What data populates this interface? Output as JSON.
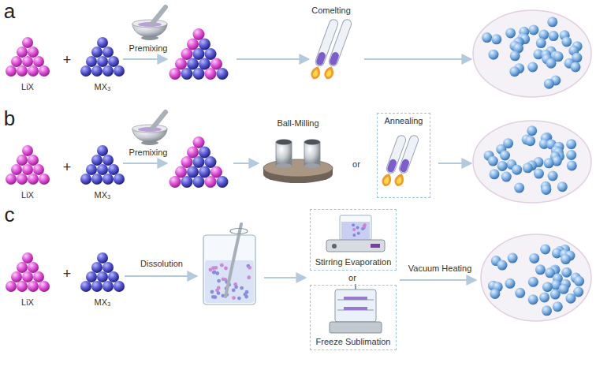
{
  "diagram": {
    "nodes": [
      {
        "text": [
          "Annealing"
        ]
      },
      {
        "text": [
          "Stirring Evaporation"
        ]
      },
      {
        "text": [
          "Freeze Sublimation"
        ]
      }
    ],
    "labels": [
      "a",
      "LiX",
      "+",
      "MX₃",
      "Premixing",
      "Comelting",
      "b",
      "LiX",
      "+",
      "MX₃",
      "Premixing",
      "Ball-Milling",
      "or",
      "c",
      "LiX",
      "+",
      "MX₃",
      "Dissolution",
      "or",
      "Vacuum Heating"
    ]
  }
}
